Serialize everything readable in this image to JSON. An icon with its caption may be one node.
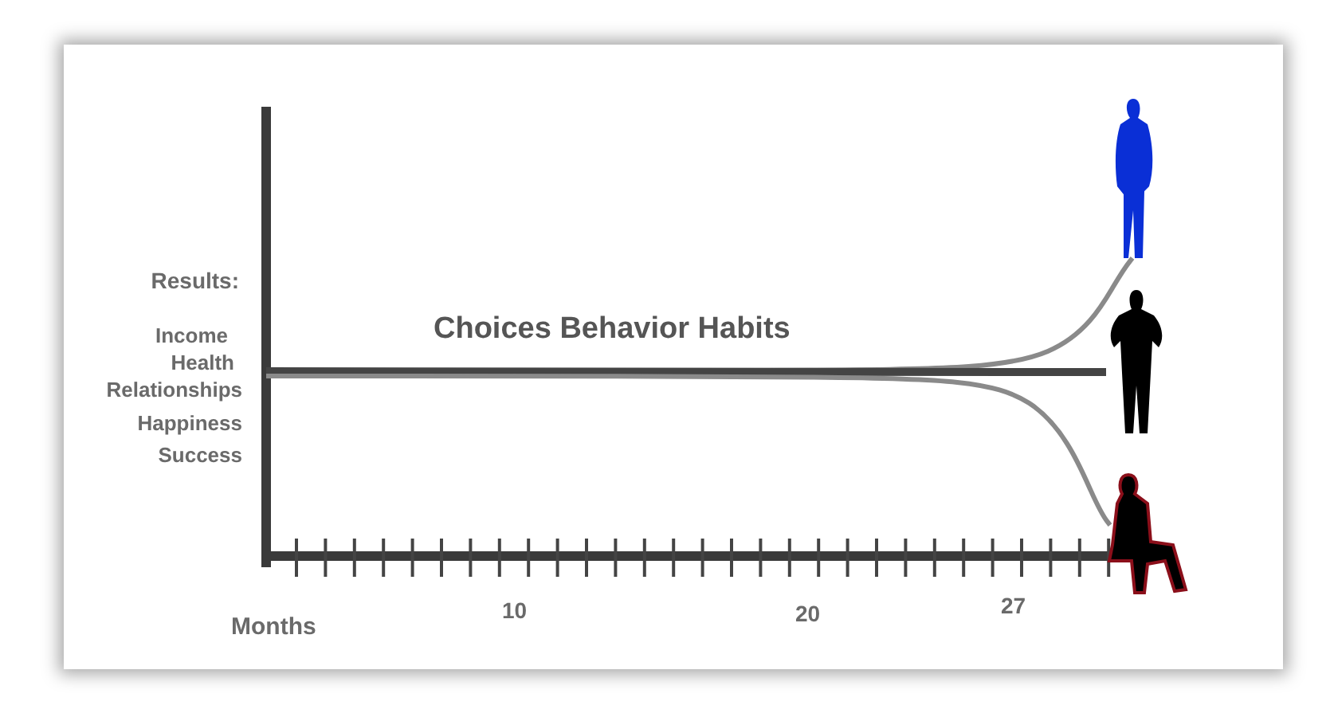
{
  "diagram": {
    "nodes": [
      {
        "text": [],
        "shape": "person"
      },
      {
        "text": [],
        "shape": "person"
      },
      {
        "text": [],
        "shape": "person"
      }
    ],
    "edges": [
      {
        "from": null,
        "to": 0,
        "arrow": "none",
        "color": "#8a8a8a"
      },
      {
        "from": null,
        "to": 1,
        "arrow": "none"
      },
      {
        "from": null,
        "to": 2,
        "arrow": "none",
        "color": "#8a8a8a"
      }
    ],
    "labels": [
      "Results:",
      "Income",
      "Health",
      "Relationships",
      "Happiness",
      "Success",
      "Choices Behavior Habits",
      "Months",
      "10",
      "20",
      "27"
    ]
  }
}
